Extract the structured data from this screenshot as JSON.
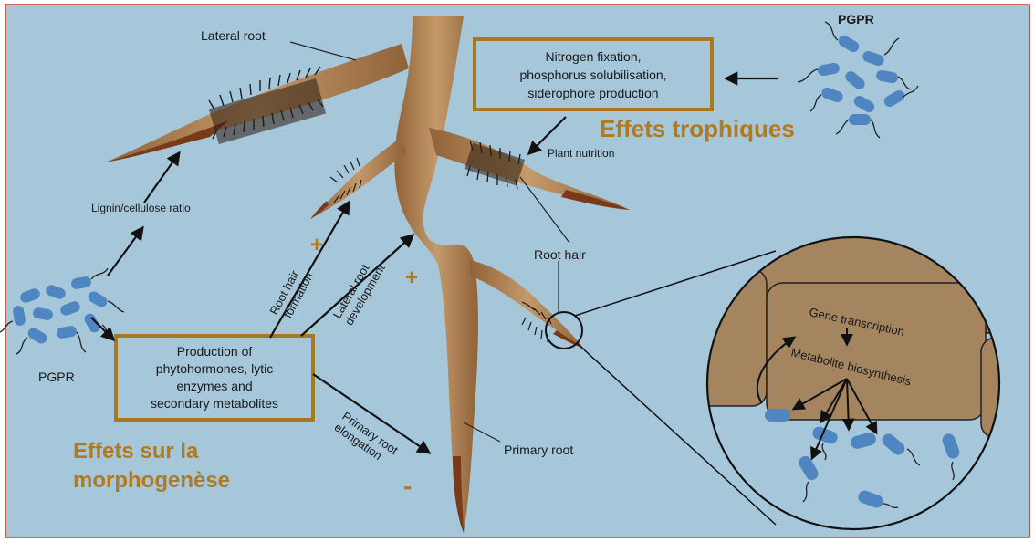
{
  "colors": {
    "background": "#a6c6da",
    "frame": "#c0392b",
    "root": "#b08557",
    "root_tip": "#7a3a1a",
    "bacteria": "#4f86c2",
    "box_border": "#a8781f",
    "orange_text": "#b27a1e",
    "cell": "#a4855f"
  },
  "labels": {
    "lateral_root": "Lateral root",
    "pgpr_top": "PGPR",
    "pgpr_left": "PGPR",
    "lignin": "Lignin/cellulose ratio",
    "plant_nutrition": "Plant nutrition",
    "root_hair": "Root hair",
    "root_hair_formation_1": "Root hair",
    "root_hair_formation_2": "formation",
    "lateral_root_dev_1": "Lateral root",
    "lateral_root_dev_2": "development",
    "primary_elong_1": "Primary root",
    "primary_elong_2": "elongation",
    "primary_root": "Primary root",
    "gene_transcription": "Gene transcription",
    "metabolite": "Metabolite biosynthesis"
  },
  "boxes": {
    "trophic": [
      "Nitrogen fixation,",
      "phosphorus solubilisation,",
      "siderophore production"
    ],
    "production": [
      "Production of",
      "phytohormones, lytic",
      "enzymes and",
      "secondary metabolites"
    ]
  },
  "headings": {
    "trophic_1": "Effets trophiques",
    "morpho_1": "Effets sur la",
    "morpho_2": "morphogenèse"
  },
  "signs": {
    "plus_hair": "+",
    "plus_lateral": "+",
    "minus_primary": "-"
  }
}
